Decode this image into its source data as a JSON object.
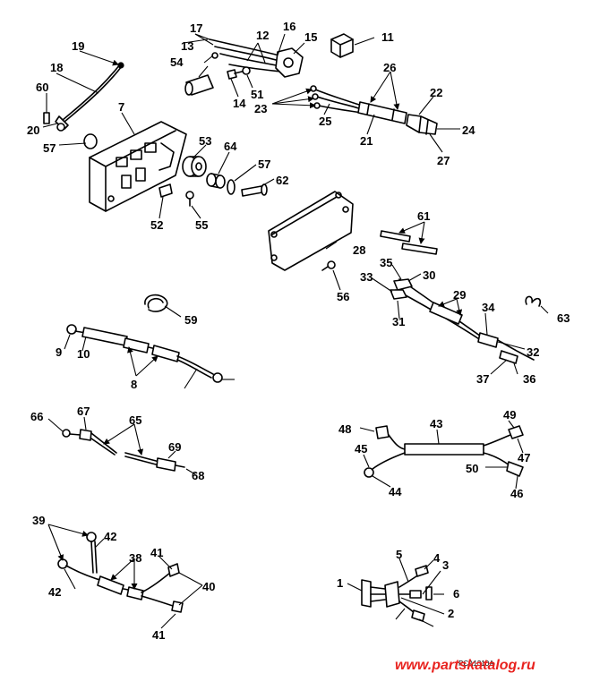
{
  "diagram": {
    "callouts": [
      "1",
      "2",
      "3",
      "4",
      "5",
      "6",
      "7",
      "8",
      "9",
      "10",
      "11",
      "12",
      "13",
      "14",
      "15",
      "16",
      "17",
      "18",
      "19",
      "20",
      "21",
      "22",
      "23",
      "24",
      "25",
      "26",
      "27",
      "28",
      "29",
      "30",
      "31",
      "32",
      "33",
      "34",
      "35",
      "36",
      "37",
      "38",
      "39",
      "40",
      "41",
      "42",
      "43",
      "44",
      "45",
      "46",
      "47",
      "48",
      "49",
      "50",
      "51",
      "52",
      "53",
      "54",
      "55",
      "56",
      "57",
      "59",
      "60",
      "61",
      "62",
      "63",
      "64",
      "65",
      "66",
      "67",
      "68",
      "69"
    ],
    "drawing_code": "PCA1310A",
    "watermark": "www.partskatalog.ru"
  }
}
